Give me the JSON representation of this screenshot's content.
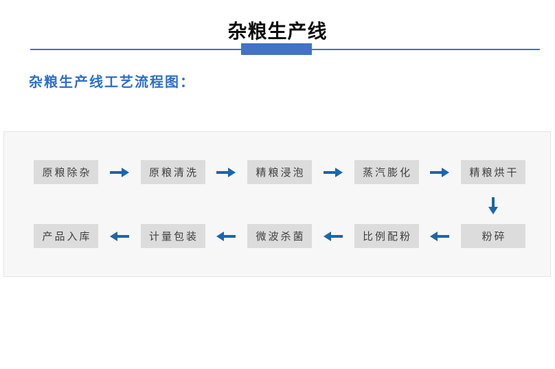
{
  "page": {
    "title": "杂粮生产线",
    "subtitle": "杂粮生产线工艺流程图："
  },
  "colors": {
    "accent_blue": "#4472c4",
    "arrow_blue": "#1767b0",
    "subtitle_blue": "#2e6ec8",
    "box_bg": "#dcdcdc",
    "box_text": "#3f3f3f",
    "panel_bg": "#f7f7f7",
    "panel_border": "#e4e4e4",
    "title_color": "#0d0d0d"
  },
  "flowchart": {
    "top_row": [
      {
        "label": "原粮除杂"
      },
      {
        "label": "原粮清洗"
      },
      {
        "label": "精粮浸泡"
      },
      {
        "label": "蒸汽膨化"
      },
      {
        "label": "精粮烘干"
      }
    ],
    "top_row_direction": "right",
    "bottom_row": [
      {
        "label": "产品入库"
      },
      {
        "label": "计量包装"
      },
      {
        "label": "微波杀菌"
      },
      {
        "label": "比例配粉"
      },
      {
        "label": "粉碎"
      }
    ],
    "bottom_row_direction": "left",
    "row_connector_direction": "down",
    "process_order": [
      "原粮除杂",
      "原粮清洗",
      "精粮浸泡",
      "蒸汽膨化",
      "精粮烘干",
      "粉碎",
      "比例配粉",
      "微波杀菌",
      "计量包装",
      "产品入库"
    ]
  }
}
